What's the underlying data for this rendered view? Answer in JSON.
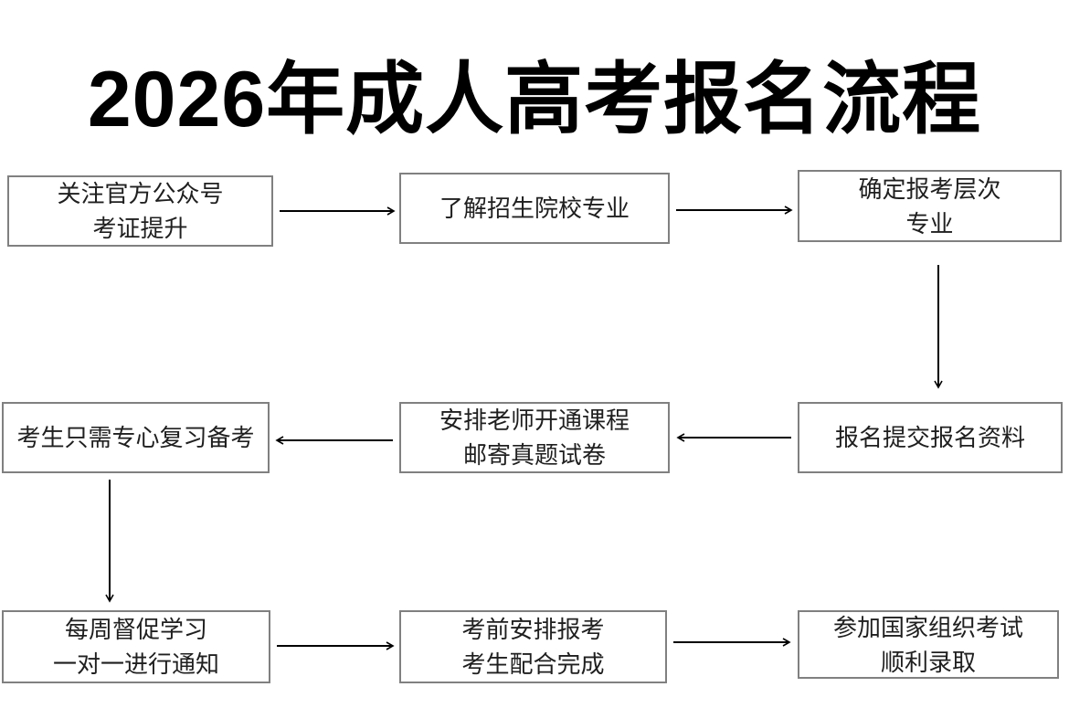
{
  "title": "2026年成人高考报名流程",
  "colors": {
    "background": "#ffffff",
    "box_border": "#808080",
    "box_text": "#1f1f1f",
    "arrow": "#000000",
    "title_text": "#000000"
  },
  "flow": {
    "steps": [
      {
        "id": "step-1",
        "line1": "关注官方公众号",
        "line2": "考证提升"
      },
      {
        "id": "step-2",
        "line1": "了解招生院校专业"
      },
      {
        "id": "step-3",
        "line1": "确定报考层次",
        "line2": "专业"
      },
      {
        "id": "step-4",
        "line1": "报名提交报名资料"
      },
      {
        "id": "step-5",
        "line1": "安排老师开通课程",
        "line2": "邮寄真题试卷"
      },
      {
        "id": "step-6",
        "line1": "考生只需专心复习备考"
      },
      {
        "id": "step-7",
        "line1": "每周督促学习",
        "line2": "一对一进行通知"
      },
      {
        "id": "step-8",
        "line1": "考前安排报考",
        "line2": "考生配合完成"
      },
      {
        "id": "step-9",
        "line1": "参加国家组织考试",
        "line2": "顺利录取"
      }
    ]
  }
}
